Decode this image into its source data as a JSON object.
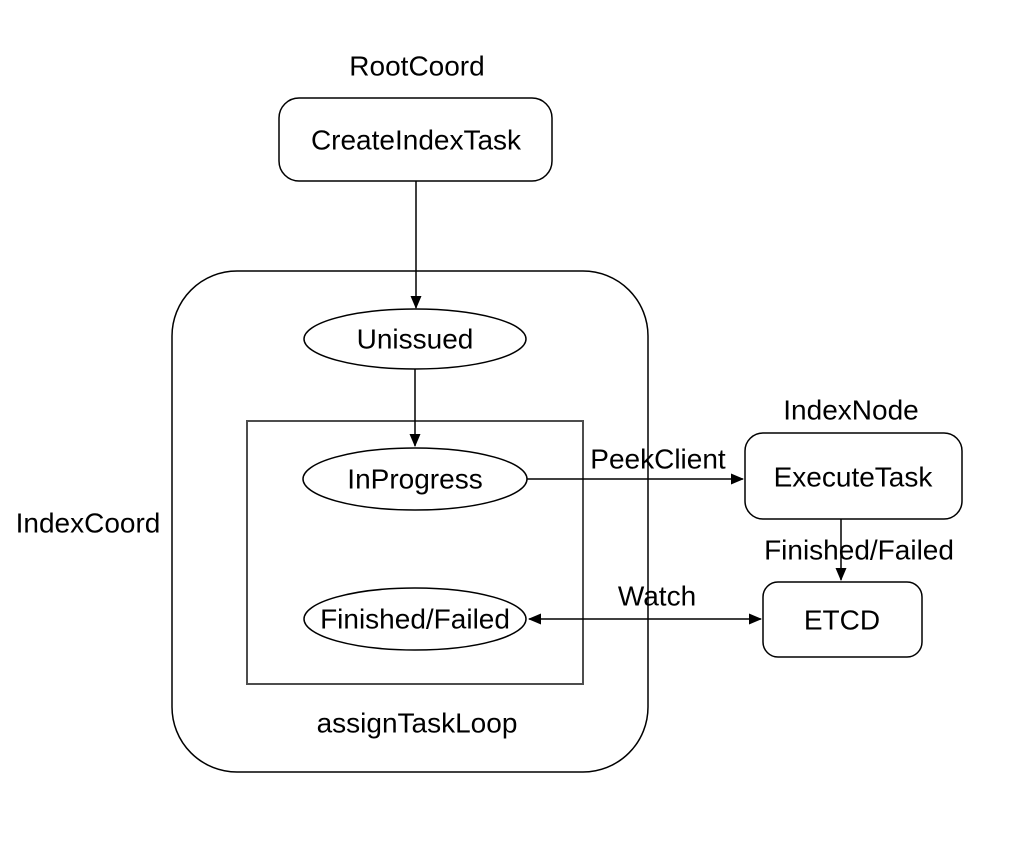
{
  "diagram": {
    "groups": {
      "root_coord_label": "RootCoord",
      "index_coord_label": "IndexCoord",
      "index_node_label": "IndexNode",
      "assign_task_loop_label": "assignTaskLoop"
    },
    "nodes": {
      "create_index_task": "CreateIndexTask",
      "unissued": "Unissued",
      "in_progress": "InProgress",
      "finished_failed": "Finished/Failed",
      "execute_task": "ExecuteTask",
      "etcd": "ETCD"
    },
    "edges": {
      "peek_client": "PeekClient",
      "watch": "Watch",
      "finished_failed": "Finished/Failed"
    },
    "colors": {
      "stroke": "#000000",
      "inner_box_stroke": "#4d4d4d",
      "background": "#ffffff"
    }
  }
}
